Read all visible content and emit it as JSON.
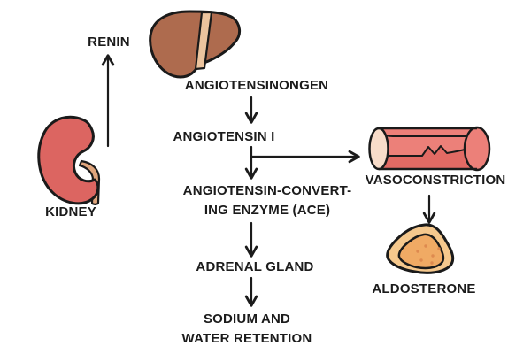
{
  "diagram": {
    "description": "Renin-angiotensin-aldosterone system pathway",
    "nodes": {
      "renin": "RENIN",
      "kidney": "KIDNEY",
      "angiotensinogen": "ANGIOTENSINONGEN",
      "angiotensin_i": "ANGIOTENSIN I",
      "ace_line1": "ANGIOTENSIN-CONVERT-",
      "ace_line2": "ING ENZYME (ACE)",
      "adrenal_gland": "ADRENAL GLAND",
      "sodium_line1": "SODIUM AND",
      "sodium_line2": "WATER RETENTION",
      "vasoconstriction": "VASOCONSTRICTION",
      "aldosterone": "ALDOSTERONE"
    },
    "illustrations": {
      "kidney": "kidney-illustration",
      "liver": "liver-illustration",
      "blood_vessel": "blood-vessel-illustration",
      "adrenal": "adrenal-gland-illustration"
    },
    "colors": {
      "outline": "#1a1a1a",
      "text": "#1b1b1b",
      "kidney": "#DC6561",
      "ureter": "#DFA57C",
      "liver": "#AE6B4E",
      "liver_band": "#ECC49E",
      "vessel": "#EC8079",
      "vessel_dark": "#E26A64",
      "vessel_cap": "#F8DCC9",
      "adrenal_outer": "#F5C88D",
      "adrenal_inner": "#F0AA64",
      "adrenal_dots": "#DE8A4F"
    }
  }
}
